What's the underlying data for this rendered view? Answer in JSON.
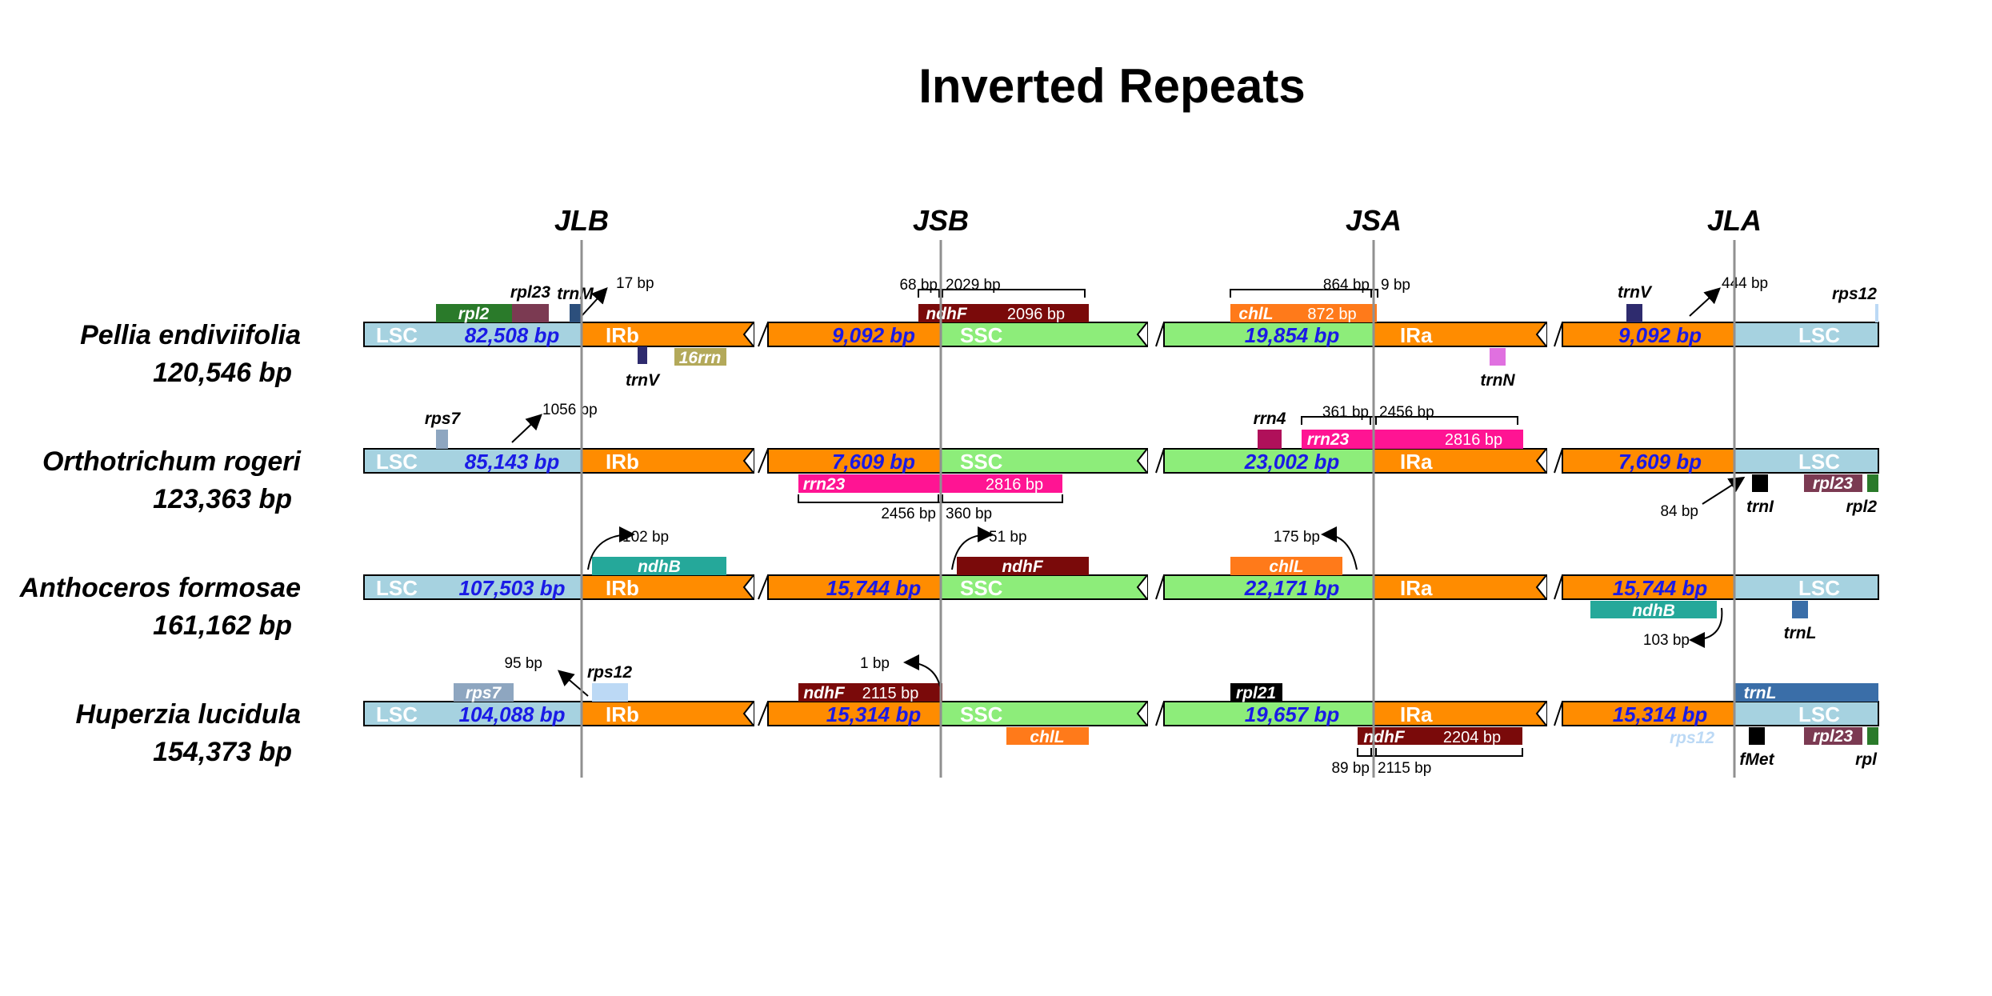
{
  "title": "Inverted Repeats",
  "junctions": [
    "JLB",
    "JSB",
    "JSA",
    "JLA"
  ],
  "region_colors": {
    "LSC": "#a6d2e0",
    "IR": "#ff8c00",
    "SSC": "#8ded7a"
  },
  "species": [
    {
      "name": "Pellia endiviifolia",
      "length": "120,546 bp",
      "regions": {
        "lsc": "82,508 bp",
        "irb": "9,092 bp",
        "ssc": "19,854 bp",
        "ira": "9,092 bp"
      },
      "genes": [
        {
          "name": "rpl2",
          "color": "#2a7a2a",
          "text": "#ffffff"
        },
        {
          "name": "rpl23",
          "color": "#7b3a52",
          "text": "#000000"
        },
        {
          "name": "trnM",
          "color": "#2c4f7c",
          "text": "#000000"
        },
        {
          "name": "trnV",
          "color": "#2e2b6e",
          "text": "#000000"
        },
        {
          "name": "16rrn",
          "color": "#b3a95a",
          "text": "#ffffff"
        },
        {
          "name": "ndhF",
          "color": "#7a0a0a",
          "text": "#ffffff",
          "bp": "2096 bp"
        },
        {
          "name": "chlL",
          "color": "#ff7a1a",
          "text": "#ffffff",
          "bp": "872 bp"
        },
        {
          "name": "trnN",
          "color": "#e070e0",
          "text": "#000000"
        },
        {
          "name": "trnV",
          "color": "#2e2b6e",
          "text": "#000000"
        },
        {
          "name": "rps12",
          "color": "#bcd9f5",
          "text": "#000000"
        }
      ],
      "annotations": [
        "17 bp",
        "68 bp",
        "2029 bp",
        "864 bp",
        "9 bp",
        "444 bp"
      ]
    },
    {
      "name": "Orthotrichum rogeri",
      "length": "123,363 bp",
      "regions": {
        "lsc": "85,143 bp",
        "irb": "7,609 bp",
        "ssc": "23,002 bp",
        "ira": "7,609 bp"
      },
      "genes": [
        {
          "name": "rps7",
          "color": "#8ea6c0",
          "text": "#000000"
        },
        {
          "name": "rrn23",
          "color": "#ff1493",
          "text": "#ffffff",
          "bp": "2816 bp"
        },
        {
          "name": "rrn4",
          "color": "#b0105a",
          "text": "#000000"
        },
        {
          "name": "rrn23",
          "color": "#ff1493",
          "text": "#ffffff",
          "bp": "2816 bp"
        },
        {
          "name": "trnI",
          "color": "#000000",
          "text": "#000000"
        },
        {
          "name": "rpl23",
          "color": "#7b3a52",
          "text": "#ffffff"
        },
        {
          "name": "rpl2",
          "color": "#2a7a2a",
          "text": "#000000"
        }
      ],
      "annotations": [
        "1056 bp",
        "2456 bp",
        "360 bp",
        "361 bp",
        "2456 bp",
        "84 bp"
      ]
    },
    {
      "name": "Anthoceros formosae",
      "length": "161,162 bp",
      "regions": {
        "lsc": "107,503 bp",
        "irb": "15,744 bp",
        "ssc": "22,171 bp",
        "ira": "15,744 bp"
      },
      "genes": [
        {
          "name": "ndhB",
          "color": "#25a89a",
          "text": "#ffffff"
        },
        {
          "name": "ndhF",
          "color": "#7a0a0a",
          "text": "#ffffff"
        },
        {
          "name": "chlL",
          "color": "#ff7a1a",
          "text": "#ffffff"
        },
        {
          "name": "ndhB",
          "color": "#25a89a",
          "text": "#ffffff"
        },
        {
          "name": "trnL",
          "color": "#3a6ea8",
          "text": "#000000"
        }
      ],
      "annotations": [
        "102 bp",
        "51 bp",
        "175 bp",
        "103 bp"
      ]
    },
    {
      "name": "Huperzia lucidula",
      "length": "154,373 bp",
      "regions": {
        "lsc": "104,088 bp",
        "irb": "15,314 bp",
        "ssc": "19,657 bp",
        "ira": "15,314 bp"
      },
      "genes": [
        {
          "name": "rps7",
          "color": "#8ea6c0",
          "text": "#ffffff"
        },
        {
          "name": "rps12",
          "color": "#bcd9f5",
          "text": "#000000"
        },
        {
          "name": "ndhF",
          "color": "#7a0a0a",
          "text": "#ffffff",
          "bp": "2115 bp"
        },
        {
          "name": "chlL",
          "color": "#ff7a1a",
          "text": "#ffffff"
        },
        {
          "name": "rpl21",
          "color": "#000000",
          "text": "#ffffff"
        },
        {
          "name": "ndhF",
          "color": "#7a0a0a",
          "text": "#ffffff",
          "bp": "2204 bp"
        },
        {
          "name": "trnL",
          "color": "#3a6ea8",
          "text": "#ffffff"
        },
        {
          "name": "rps12",
          "color": "#bcd9f5",
          "text": "#ffffff"
        },
        {
          "name": "fMet",
          "color": "#000000",
          "text": "#000000"
        },
        {
          "name": "rpl23",
          "color": "#7b3a52",
          "text": "#ffffff"
        },
        {
          "name": "rpl",
          "color": "#2a7a2a",
          "text": "#000000"
        }
      ],
      "annotations": [
        "95 bp",
        "1 bp",
        "89 bp",
        "2115 bp"
      ]
    }
  ]
}
